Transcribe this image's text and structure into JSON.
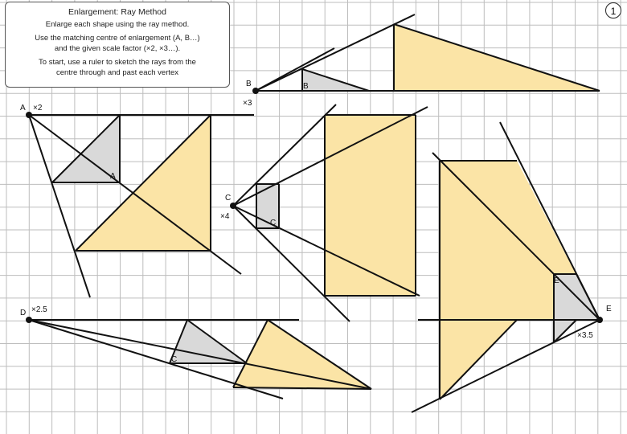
{
  "instructions": {
    "title": "Enlargement: Ray Method",
    "lines": [
      "Enlarge each shape using the ray method.",
      "Use the matching centre of enlargement (A, B…)",
      "and the given scale factor (×2, ×3…).",
      "To start, use a ruler to sketch the rays from the",
      "centre through and past each vertex"
    ]
  },
  "page_number": "1",
  "colors": {
    "grid": "#bdbdbd",
    "object_fill": "#d9d9d9",
    "image_fill": "#fbe4a6",
    "ray": "#111111"
  },
  "problems": {
    "A": {
      "centre": "A",
      "scale": "×2",
      "shape_label": "A"
    },
    "B": {
      "centre": "B",
      "scale": "×3",
      "shape_label": "B"
    },
    "C": {
      "centre": "C",
      "scale": "×4",
      "shape_label": "C"
    },
    "D": {
      "centre": "D",
      "scale": "×2.5",
      "shape_label": "C"
    },
    "E": {
      "centre": "E",
      "scale": "×3.5",
      "shape_label": "E"
    }
  }
}
